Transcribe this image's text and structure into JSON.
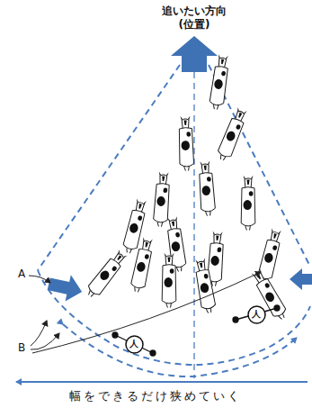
{
  "diagram": {
    "nodes": [
      {
        "text": [
          "人"
        ]
      },
      {
        "text": [
          "人"
        ]
      }
    ],
    "labels": [
      "追いたい方向",
      "(位置)",
      "A",
      "B",
      "幅をできるだけ狭めていく"
    ]
  }
}
